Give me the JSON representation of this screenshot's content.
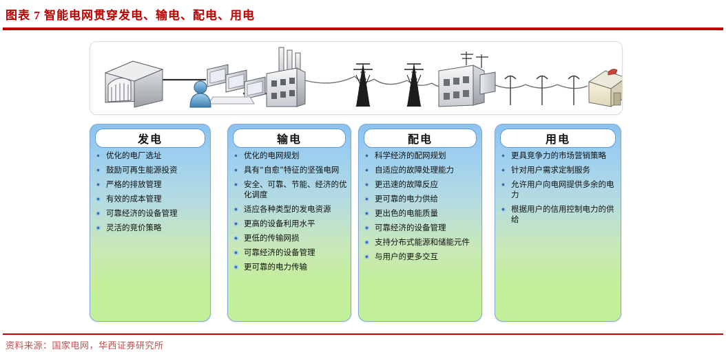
{
  "header": {
    "title": "图表 7  智能电网贯穿发电、输电、配电、用电",
    "title_color": "#C00000"
  },
  "footer": {
    "source": "资料来源：国家电网，华西证券研究所",
    "color": "#C0504D"
  },
  "illustration": {
    "name": "smart-grid-schematic",
    "elements": [
      "warehouse-building",
      "operator-person",
      "control-monitors",
      "power-plant-factory",
      "transmission-tower-1",
      "transmission-tower-2",
      "substation-building",
      "utility-pole-1",
      "utility-pole-2",
      "utility-pole-3",
      "house"
    ]
  },
  "cards": [
    {
      "title": "发电",
      "items": [
        "优化的电厂选址",
        "鼓励可再生能源投资",
        "严格的排放管理",
        "有效的成本管理",
        "可靠经济的设备管理",
        "灵活的竞价策略"
      ]
    },
    {
      "title": "输电",
      "items": [
        "优化的电网规划",
        "具有“自愈”特征的坚强电网",
        "安全、可靠、节能、经济的优化调度",
        "适应各种类型的发电资源",
        "更高的设备利用水平",
        "更低的传输网损",
        "可靠经济的设备管理",
        "更可靠的电力传输"
      ]
    },
    {
      "title": "配电",
      "items": [
        "科学经济的配网规划",
        "自适应的故障处理能力",
        "更迅速的故障反应",
        "更可靠的电力供给",
        "更出色的电能质量",
        "可靠经济的设备管理",
        "支持分布式能源和储能元件",
        "与用户的更多交互"
      ]
    },
    {
      "title": "用电",
      "items": [
        "更具竞争力的市场营销策略",
        "针对用户需求定制服务",
        "允许用户向电网提供多余的电力",
        "根据用户的信用控制电力的供给"
      ]
    }
  ],
  "colors": {
    "card_border": "#7FA8D8",
    "card_top": "#8CC2EE",
    "card_bottom": "#C2F09A",
    "bullet": "#2E74B5",
    "head_border": "#5B9BD5"
  }
}
